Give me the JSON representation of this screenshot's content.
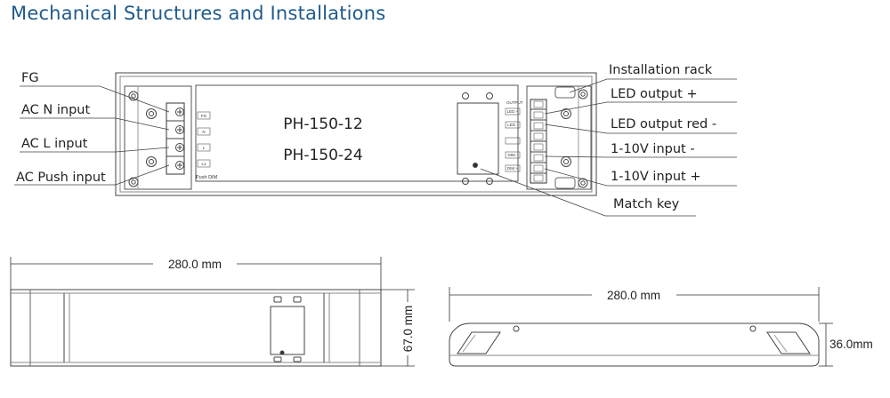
{
  "title": "Mechanical Structures and Installations",
  "top_view": {
    "models": [
      "PH-150-12",
      "PH-150-24"
    ],
    "left_callouts": [
      "FG",
      "AC N input",
      "AC L input",
      "AC Push input"
    ],
    "right_callouts": [
      "Installation rack",
      "LED output +",
      "LED output red -",
      "1-10V input -",
      "1-10V input +",
      "Match key"
    ],
    "left_terminals": [
      "FG",
      "N",
      "L",
      "L1"
    ],
    "left_small_text": "Push DIM",
    "right_small_header": "OUTPUT",
    "right_terminals": [
      "LED +",
      "LED -",
      "DIM -",
      "DIM +"
    ]
  },
  "dimensions": {
    "front_length": "280.0 mm",
    "front_width": "67.0 mm",
    "side_length": "280.0 mm",
    "side_height": "36.0mm"
  },
  "colors": {
    "title": "#1f5b8c",
    "outline": "#444444",
    "dimension_line": "#333333"
  }
}
